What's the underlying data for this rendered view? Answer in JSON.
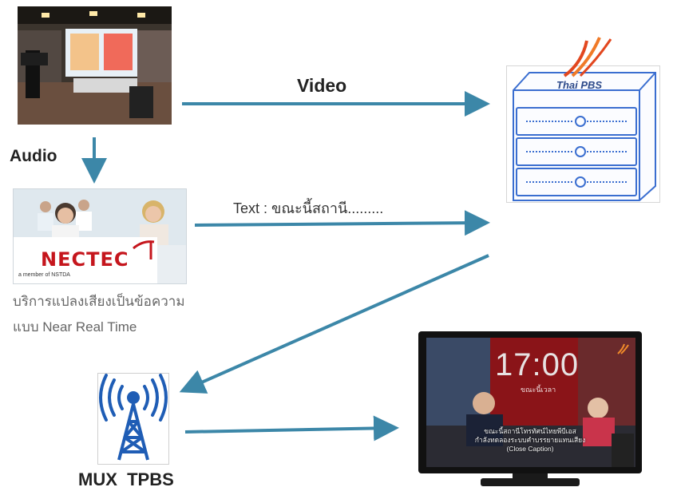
{
  "labels": {
    "video": "Video",
    "audio": "Audio",
    "text": "Text : ขณะนี้สถานี.........",
    "service_line1": "บริการแปลงเสียงเป็นข้อความ",
    "service_line2": "แบบ Near Real Time",
    "mux": "MUX  TPBS"
  },
  "server": {
    "brand": "Thai PBS"
  },
  "nectec": {
    "logo": "NECTEC",
    "tagline": "a member of NSTDA"
  },
  "tv": {
    "clock": "17:00",
    "clock_sub": "ขณะนี้เวลา",
    "caption_line1": "ขณะนี้สถานีโทรทัศน์ไทยพีบีเอส",
    "caption_line2": "กำลังทดลองระบบคำบรรยายแทนเสียง",
    "caption_line3": "(Close Caption)"
  },
  "colors": {
    "arrow": "#3c87a8",
    "server_line": "#3a6ed0",
    "tv_red": "#c0181b"
  }
}
